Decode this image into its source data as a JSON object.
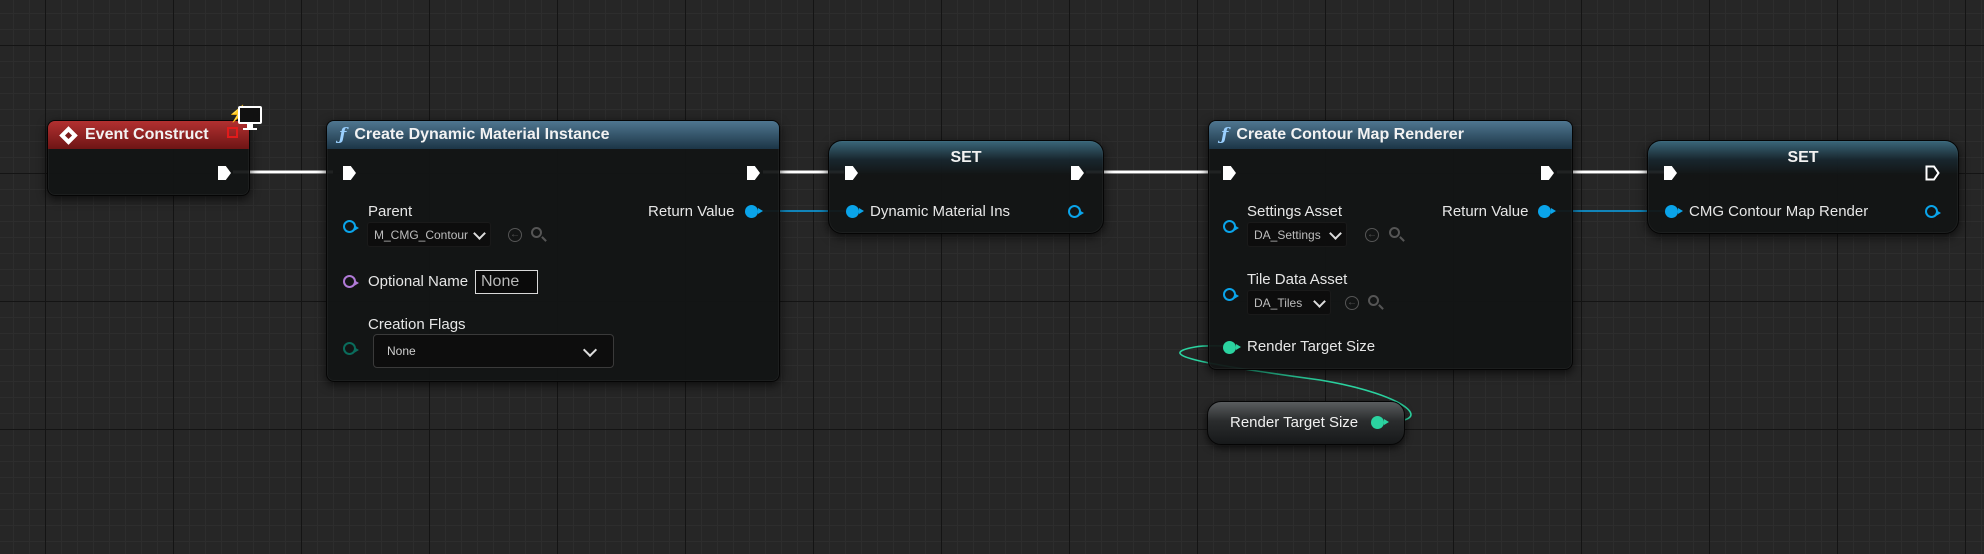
{
  "event_node": {
    "title": "Event Construct"
  },
  "create_material": {
    "title": "Create Dynamic Material Instance",
    "pins": {
      "parent": {
        "label": "Parent",
        "value": "M_CMG_Contour"
      },
      "optional_name": {
        "label": "Optional Name",
        "value": "None"
      },
      "creation_flags": {
        "label": "Creation Flags",
        "value": "None"
      },
      "return_value": {
        "label": "Return Value"
      }
    }
  },
  "set_material": {
    "title": "SET",
    "variable": "Dynamic Material Ins"
  },
  "create_renderer": {
    "title": "Create Contour Map Renderer",
    "pins": {
      "settings_asset": {
        "label": "Settings Asset",
        "value": "DA_Settings"
      },
      "tile_data_asset": {
        "label": "Tile Data Asset",
        "value": "DA_Tiles"
      },
      "render_target_size": {
        "label": "Render Target Size"
      },
      "return_value": {
        "label": "Return Value"
      }
    }
  },
  "set_renderer": {
    "title": "SET",
    "variable": "CMG Contour Map Render"
  },
  "render_target_var": {
    "label": "Render Target Size"
  },
  "icons": [
    "function-icon",
    "event-icon",
    "monitor-icon",
    "use-selected-icon",
    "browse-icon",
    "chevron-down-icon"
  ],
  "colors": {
    "exec_wire": "#ffffff",
    "object_pin": "#0aa4ea",
    "name_pin": "#b07ad6",
    "enum_pin": "#0a6c5c",
    "struct_pin": "#2bd3a0",
    "event_header": "#8c1f1f",
    "function_header": "#3a5a70"
  }
}
